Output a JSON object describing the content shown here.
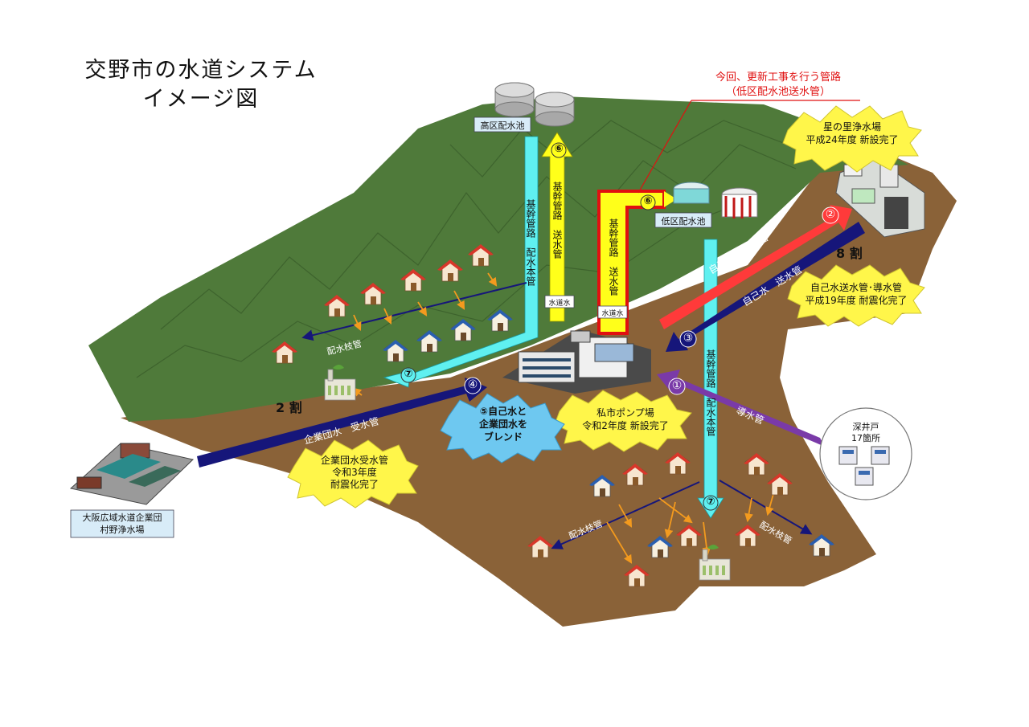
{
  "title": {
    "line1": "交野市の水道システム",
    "line2": "イメージ図"
  },
  "callout": {
    "line1": "今回、更新工事を行う管路",
    "line2": "（低区配水池送水管）"
  },
  "labels": {
    "high_reservoir": "高区配水池",
    "low_reservoir": "低区配水池",
    "muraya_plant_line1": "大阪広域水道企業団",
    "muraya_plant_line2": "村野浄水場",
    "wells_line1": "深井戸",
    "wells_line2": "17箇所",
    "tap_water_a": "水道水",
    "tap_water_b": "水道水",
    "pipe_high": "基幹管路　配水本管",
    "pipe_send_high": "基幹管路　送水管",
    "pipe_send_low": "基幹管路　送水管",
    "pipe_low_main": "基幹管路　配水本管",
    "own_intake": "自己水　導水管",
    "own_send": "自己水　送水管",
    "company_receive": "企業団水　受水管",
    "intake_pipe": "導水管",
    "branch_a": "配水枝管",
    "branch_b": "配水枝管",
    "branch_c": "配水枝管",
    "ratio_8": "8 割",
    "ratio_2": "2 割"
  },
  "numbers": {
    "n1": "①",
    "n2": "②",
    "n3": "③",
    "n4": "④",
    "n6a": "⑥",
    "n6b": "⑥",
    "n7a": "⑦",
    "n7b": "⑦"
  },
  "bursts": {
    "hoshinosato": {
      "l1": "星の里浄水場",
      "l2": "平成24年度  新設完了"
    },
    "own_water_pipes": {
      "l1": "自己水送水管･導水管",
      "l2": "平成19年度  耐震化完了"
    },
    "pump_station": {
      "l1": "私市ポンプ場",
      "l2": "令和2年度  新設完了"
    },
    "company_pipe": {
      "l1": "企業団水受水管",
      "l2": "令和3年度",
      "l3": "耐震化完了"
    },
    "blend": {
      "l1": "⑤自己水と",
      "l2": "企業団水を",
      "l3": "ブレンド"
    }
  },
  "colors": {
    "mountain": "#4f7a3a",
    "ground": "#8a6238",
    "cyan": "#5ff0f0",
    "yellow": "#ffff1a",
    "navy": "#16167a",
    "red": "#ff3a3a",
    "purple": "#7a3aa8",
    "highlight": "#e01010",
    "burst": "#fff64a"
  }
}
